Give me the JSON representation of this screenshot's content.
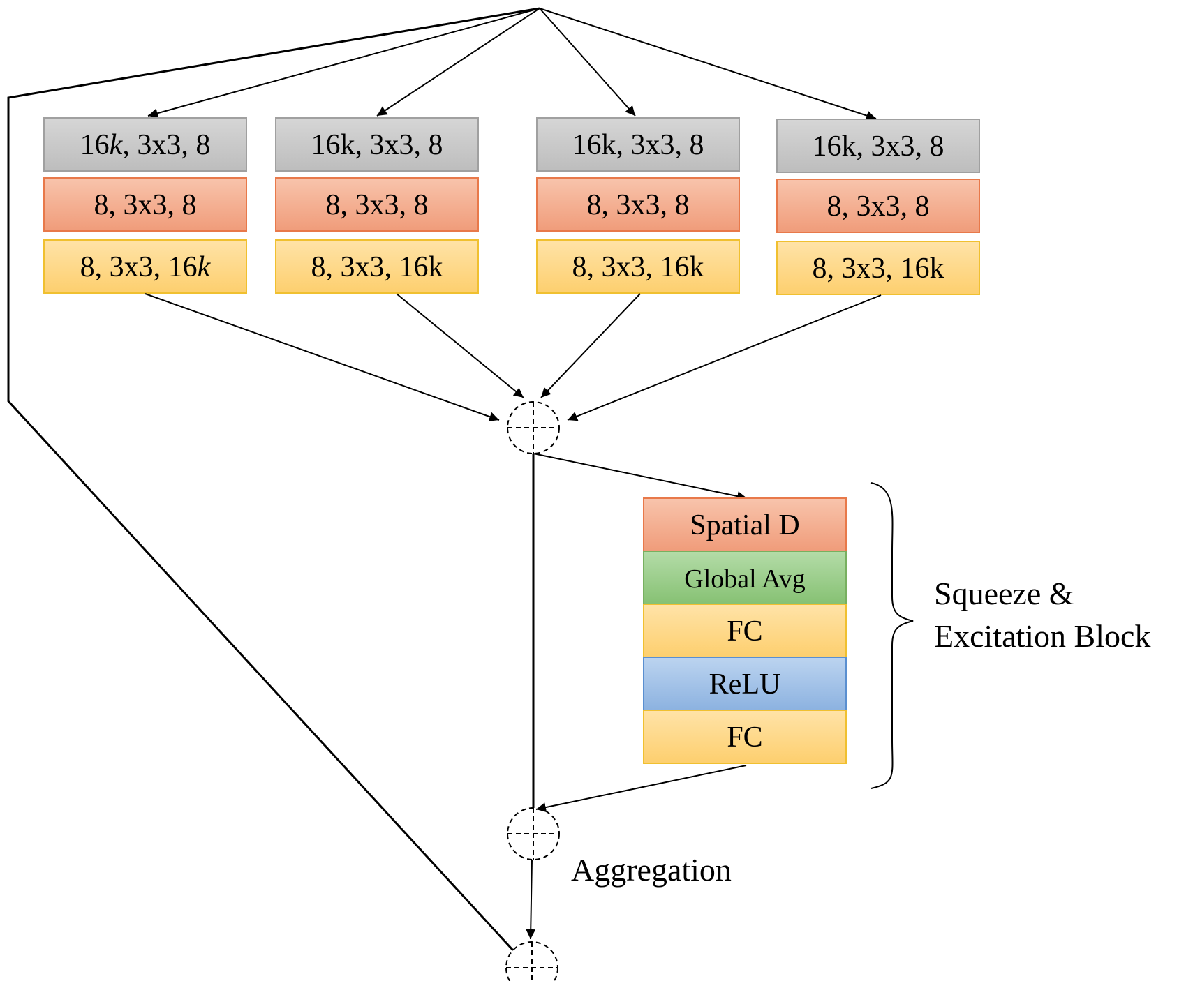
{
  "branches": [
    {
      "layers": [
        "16k, 3x3, 8",
        "8, 3x3, 8",
        "8, 3x3, 16k"
      ],
      "italic_k": true
    },
    {
      "layers": [
        "16k, 3x3, 8",
        "8, 3x3, 8",
        "8, 3x3, 16k"
      ],
      "italic_k": false
    },
    {
      "layers": [
        "16k, 3x3, 8",
        "8, 3x3, 8",
        "8, 3x3, 16k"
      ],
      "italic_k": false
    },
    {
      "layers": [
        "16k, 3x3, 8",
        "8, 3x3, 8",
        "8, 3x3, 16k"
      ],
      "italic_k": false
    }
  ],
  "se_block": {
    "layers": [
      "Spatial D",
      "Global Avg",
      "FC",
      "ReLU",
      "FC"
    ],
    "label_line1": "Squeeze &",
    "label_line2": "Excitation Block"
  },
  "aggregation_label": "Aggregation",
  "colors": {
    "gray": "#c8c8c8",
    "orange": "#f4ab8c",
    "yellow": "#ffd98a",
    "green": "#9ccf8c",
    "blue": "#a3c2e6"
  }
}
